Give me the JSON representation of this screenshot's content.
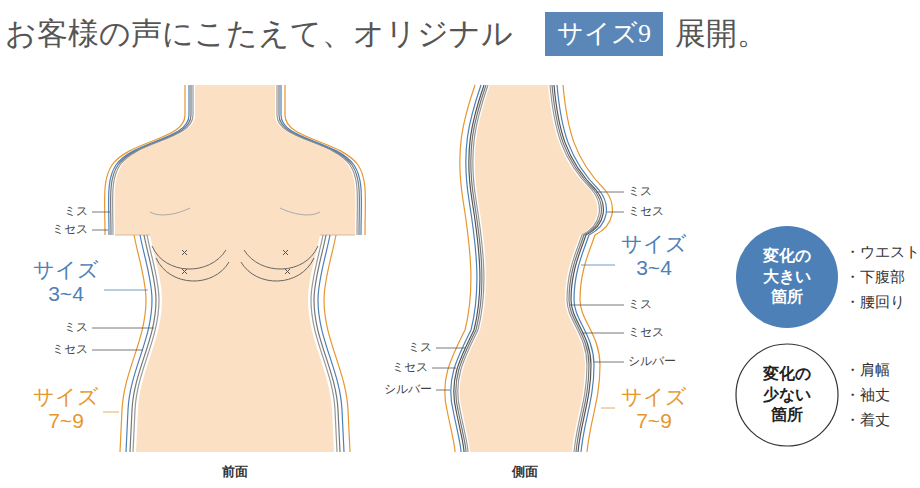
{
  "diagram": {
    "title": "お客様の声にこたえて、オリジナル",
    "nodes": [
      {
        "text": [
          "サイズ9"
        ]
      },
      {
        "text": [
          "変化の 大きい 箇所"
        ]
      },
      {
        "text": [
          "変化の 少ない 箇所"
        ]
      }
    ],
    "labels": [
      "展開。",
      "ミス",
      "ミセス",
      "サイズ 3~4",
      "ミス",
      "ミセス",
      "サイズ 7~9",
      "前面",
      "ミス",
      "ミセス",
      "サイズ 3~4",
      "ミス",
      "ミセス",
      "シルバー",
      "ミス",
      "ミセス",
      "シルバー",
      "サイズ 7~9",
      "側面",
      "・ウエスト",
      "・下腹部",
      "・腰回り",
      "・肩幅",
      "・袖丈",
      "・着丈"
    ]
  }
}
